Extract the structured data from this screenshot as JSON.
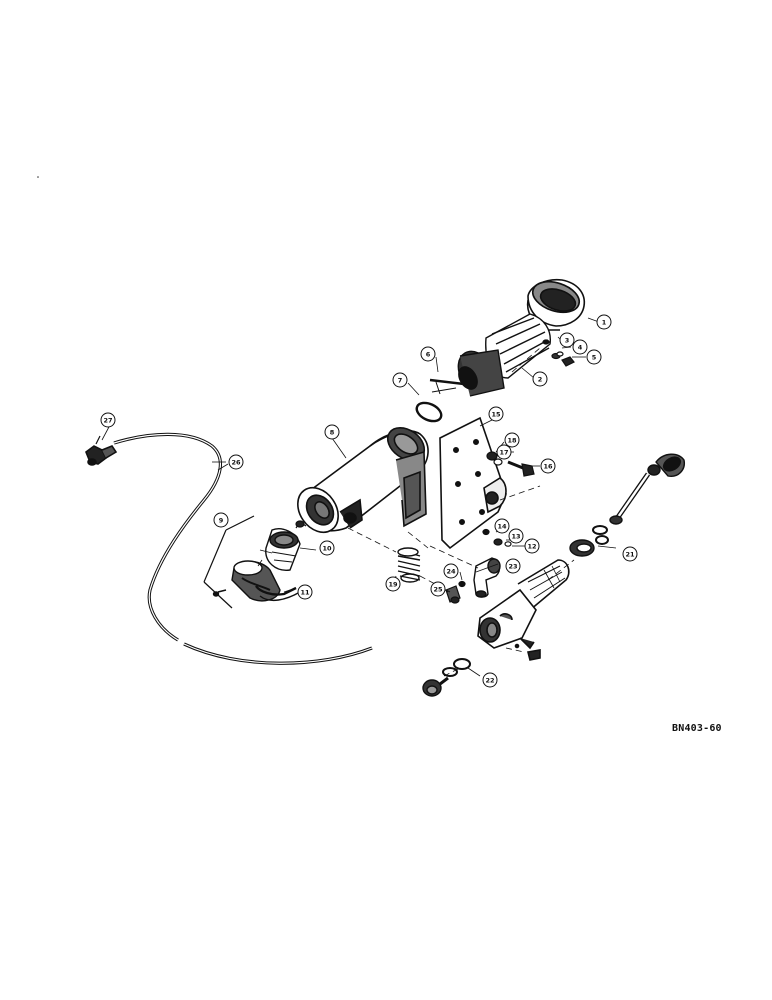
{
  "drawing": {
    "reference_code": "BN403-60"
  },
  "callouts": [
    {
      "id": "c1",
      "label": "1"
    },
    {
      "id": "c2",
      "label": "2"
    },
    {
      "id": "c3",
      "label": "3"
    },
    {
      "id": "c4",
      "label": "4"
    },
    {
      "id": "c5",
      "label": "5"
    },
    {
      "id": "c6",
      "label": "6"
    },
    {
      "id": "c7",
      "label": "7"
    },
    {
      "id": "c8",
      "label": "8"
    },
    {
      "id": "c9",
      "label": "9"
    },
    {
      "id": "c10",
      "label": "10"
    },
    {
      "id": "c11",
      "label": "11"
    },
    {
      "id": "c12",
      "label": "12"
    },
    {
      "id": "c13",
      "label": "13"
    },
    {
      "id": "c14",
      "label": "14"
    },
    {
      "id": "c15",
      "label": "15"
    },
    {
      "id": "c16",
      "label": "16"
    },
    {
      "id": "c17",
      "label": "17"
    },
    {
      "id": "c18",
      "label": "18"
    },
    {
      "id": "c19",
      "label": "19"
    },
    {
      "id": "c21",
      "label": "21"
    },
    {
      "id": "c22",
      "label": "22"
    },
    {
      "id": "c23",
      "label": "23"
    },
    {
      "id": "c24",
      "label": "24"
    },
    {
      "id": "c25",
      "label": "25"
    },
    {
      "id": "c26",
      "label": "26"
    },
    {
      "id": "c27",
      "label": "27"
    }
  ]
}
